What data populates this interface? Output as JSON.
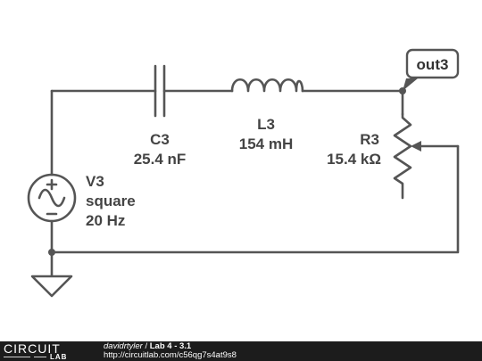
{
  "circuit": {
    "source": {
      "name": "V3",
      "type": "square",
      "freq": "20 Hz"
    },
    "capacitor": {
      "name": "C3",
      "value": "25.4 nF"
    },
    "inductor": {
      "name": "L3",
      "value": "154 mH"
    },
    "potentiometer": {
      "name": "R3",
      "value": "15.4 kΩ"
    },
    "probe": {
      "label": "out3"
    }
  },
  "footer": {
    "brand_top": "CIRCUIT",
    "brand_bottom": "LAB",
    "author": "davidrtyler",
    "separator": "/",
    "title": "Lab 4 - 3.1",
    "url": "http://circuitlab.com/c56qg7s4at9s8"
  }
}
